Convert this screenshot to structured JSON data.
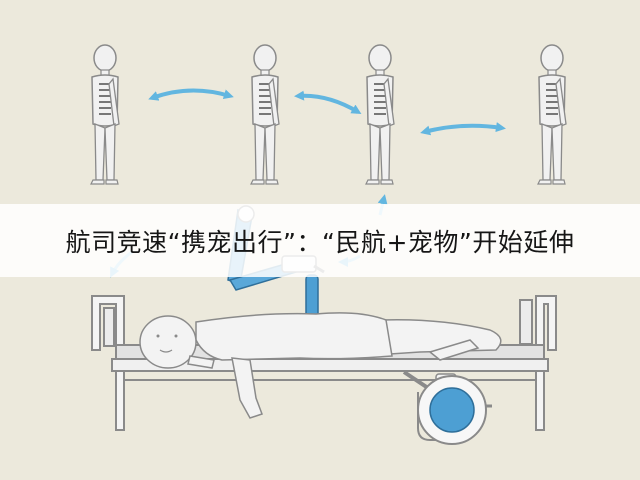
{
  "headline": "航司竞速“携宠出行”：“民航+宠物”开始延伸",
  "colors": {
    "background": "#ece9dc",
    "band": "#ffffff",
    "arrow": "#62b6e0",
    "device": "#4d9fd3",
    "figure_outline": "#8a8a8a",
    "figure_fill": "#f1f1f1",
    "spine": "#777777"
  },
  "icons": [
    "double-arrow-icon",
    "standing-figure",
    "hospital-bed",
    "lying-figure",
    "robotic-arm",
    "wheel"
  ]
}
